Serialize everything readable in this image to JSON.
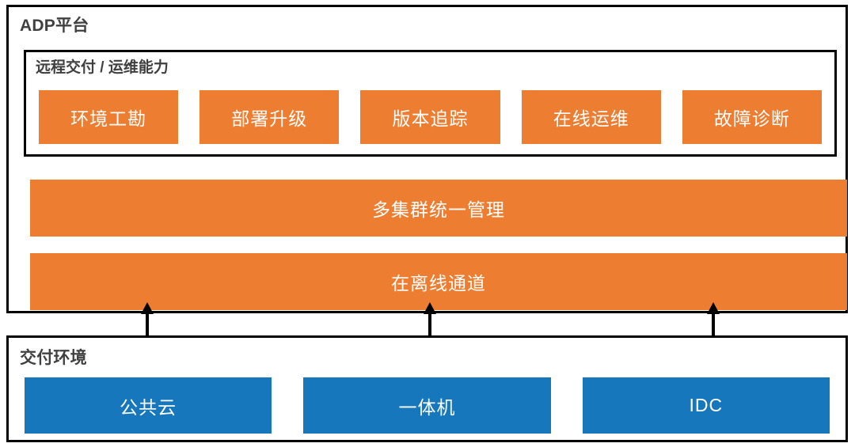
{
  "platform": {
    "title": "ADP平台",
    "capability_group": {
      "title": "远程交付 / 运维能力",
      "pills": [
        {
          "label": "环境工勘"
        },
        {
          "label": "部署升级"
        },
        {
          "label": "版本追踪"
        },
        {
          "label": "在线运维"
        },
        {
          "label": "故障诊断"
        }
      ]
    },
    "bars": [
      {
        "label": "多集群统一管理"
      },
      {
        "label": "在离线通道"
      }
    ]
  },
  "environment": {
    "title": "交付环境",
    "boxes": [
      {
        "label": "公共云"
      },
      {
        "label": "一体机"
      },
      {
        "label": "IDC"
      }
    ]
  },
  "connectors": [
    {
      "name": "connector-public-cloud",
      "style": "double-arrow-vertical"
    },
    {
      "name": "connector-appliance",
      "style": "double-arrow-vertical"
    },
    {
      "name": "connector-idc",
      "style": "double-arrow-vertical"
    }
  ],
  "colors": {
    "orange": "#ED7D31",
    "blue": "#1777BC",
    "text_dark": "#404040",
    "border": "#000000",
    "background": "#FFFFFF",
    "label_on_fill": "#FFFFFF"
  }
}
